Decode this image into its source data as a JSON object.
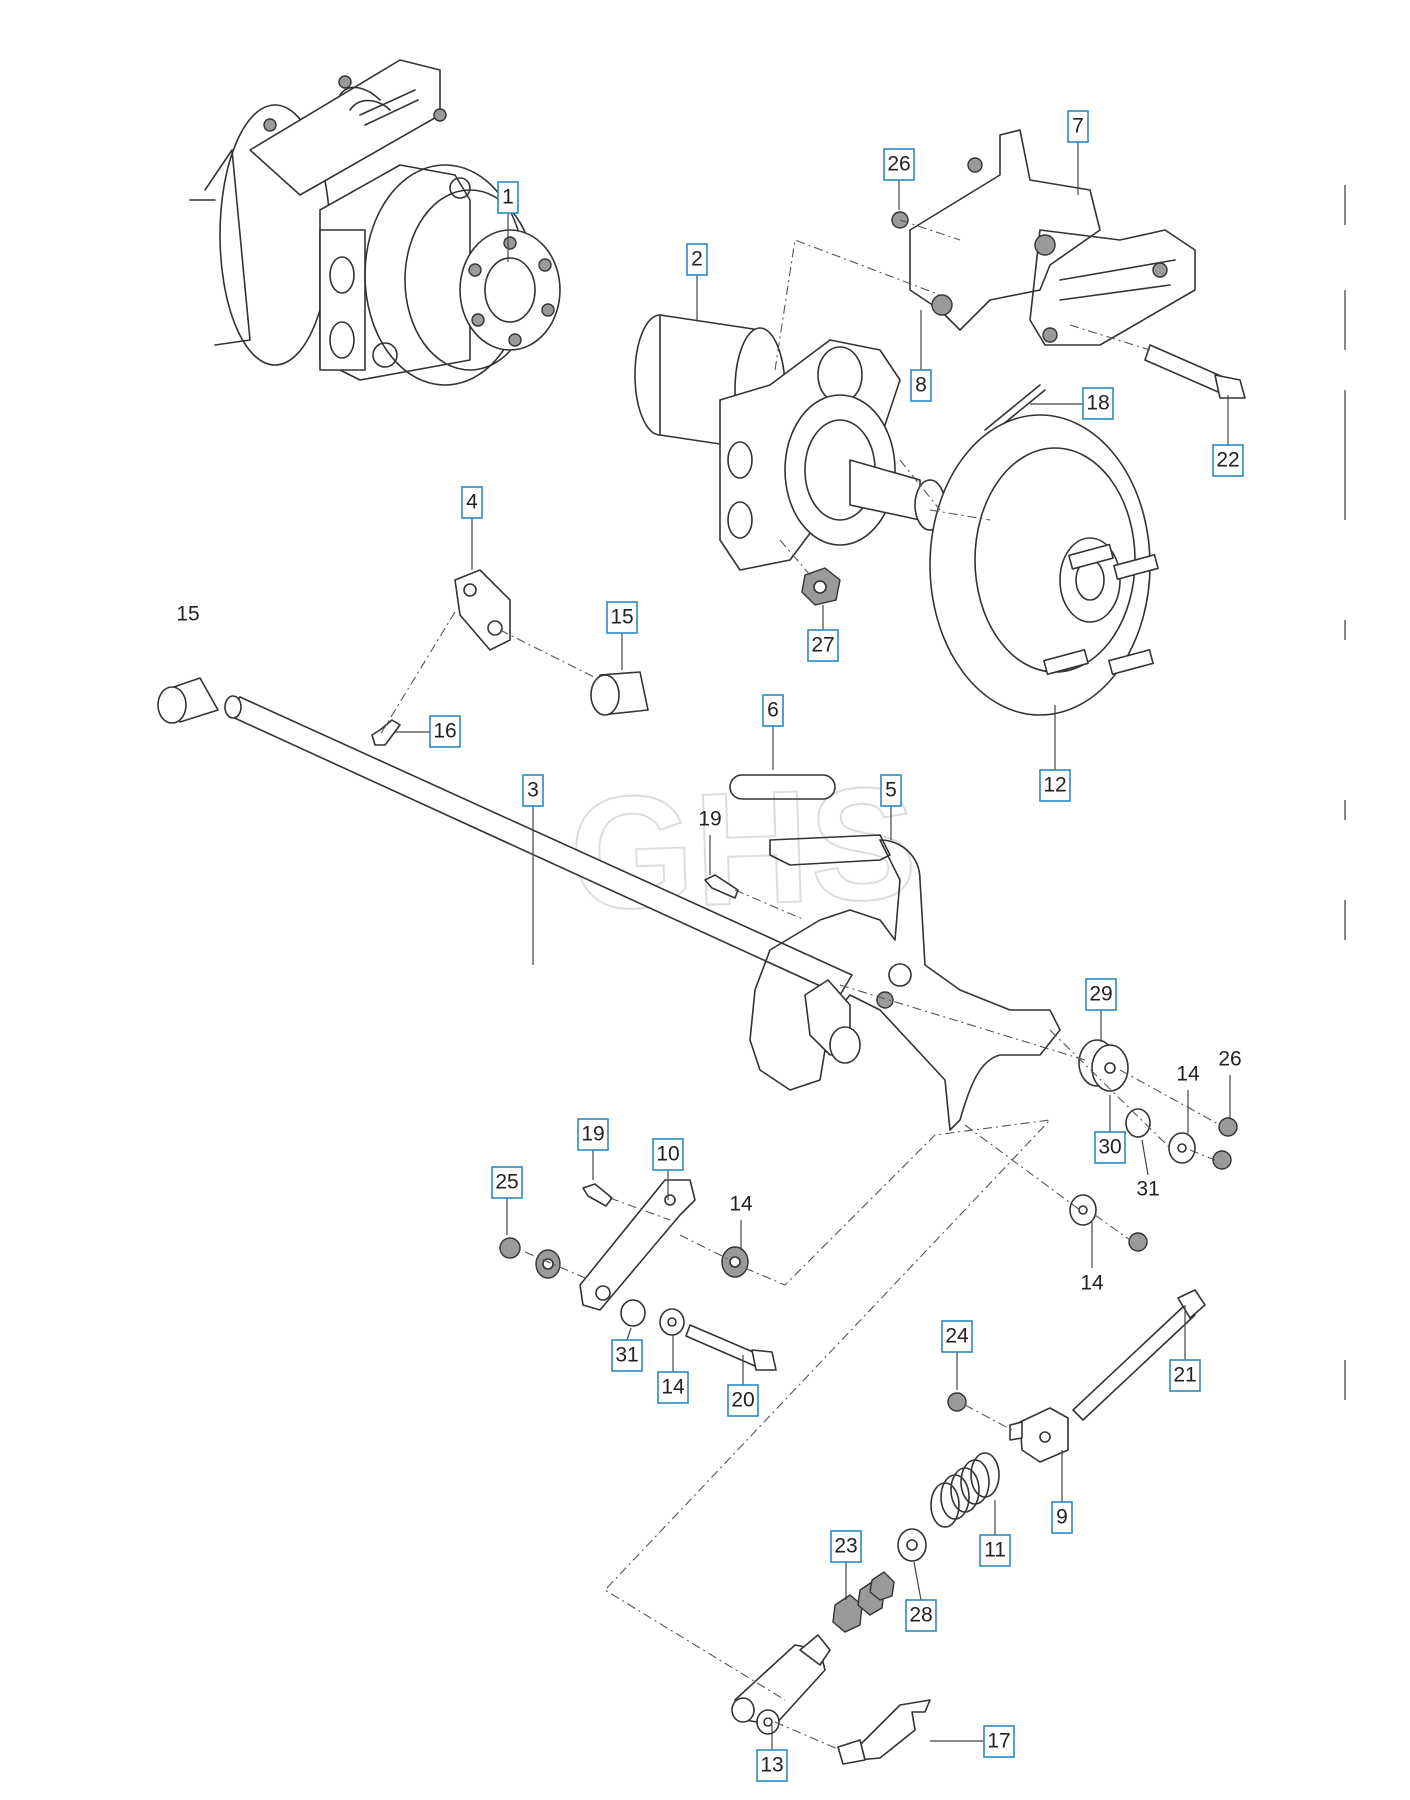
{
  "watermark": "GHS",
  "callouts": [
    {
      "id": "c1",
      "label": "1",
      "boxed": true
    },
    {
      "id": "c2",
      "label": "2",
      "boxed": true
    },
    {
      "id": "c3",
      "label": "3",
      "boxed": true
    },
    {
      "id": "c4",
      "label": "4",
      "boxed": true
    },
    {
      "id": "c5",
      "label": "5",
      "boxed": true
    },
    {
      "id": "c6",
      "label": "6",
      "boxed": true
    },
    {
      "id": "c7",
      "label": "7",
      "boxed": true
    },
    {
      "id": "c8",
      "label": "8",
      "boxed": true
    },
    {
      "id": "c9",
      "label": "9",
      "boxed": true
    },
    {
      "id": "c10",
      "label": "10",
      "boxed": true
    },
    {
      "id": "c11",
      "label": "11",
      "boxed": true
    },
    {
      "id": "c12",
      "label": "12",
      "boxed": true
    },
    {
      "id": "c13",
      "label": "13",
      "boxed": true
    },
    {
      "id": "c14a",
      "label": "14",
      "boxed": false
    },
    {
      "id": "c14b",
      "label": "14",
      "boxed": false
    },
    {
      "id": "c14c",
      "label": "14",
      "boxed": false
    },
    {
      "id": "c14d",
      "label": "14",
      "boxed": true
    },
    {
      "id": "c15a",
      "label": "15",
      "boxed": false
    },
    {
      "id": "c15b",
      "label": "15",
      "boxed": true
    },
    {
      "id": "c16",
      "label": "16",
      "boxed": true
    },
    {
      "id": "c17",
      "label": "17",
      "boxed": true
    },
    {
      "id": "c18",
      "label": "18",
      "boxed": true
    },
    {
      "id": "c19a",
      "label": "19",
      "boxed": false
    },
    {
      "id": "c19b",
      "label": "19",
      "boxed": true
    },
    {
      "id": "c20",
      "label": "20",
      "boxed": true
    },
    {
      "id": "c21",
      "label": "21",
      "boxed": true
    },
    {
      "id": "c22",
      "label": "22",
      "boxed": true
    },
    {
      "id": "c23",
      "label": "23",
      "boxed": true
    },
    {
      "id": "c24",
      "label": "24",
      "boxed": true
    },
    {
      "id": "c25",
      "label": "25",
      "boxed": true
    },
    {
      "id": "c26a",
      "label": "26",
      "boxed": true
    },
    {
      "id": "c26b",
      "label": "26",
      "boxed": false
    },
    {
      "id": "c27",
      "label": "27",
      "boxed": true
    },
    {
      "id": "c28",
      "label": "28",
      "boxed": true
    },
    {
      "id": "c29",
      "label": "29",
      "boxed": true
    },
    {
      "id": "c30",
      "label": "30",
      "boxed": true
    },
    {
      "id": "c31a",
      "label": "31",
      "boxed": false
    },
    {
      "id": "c31b",
      "label": "31",
      "boxed": true
    }
  ]
}
